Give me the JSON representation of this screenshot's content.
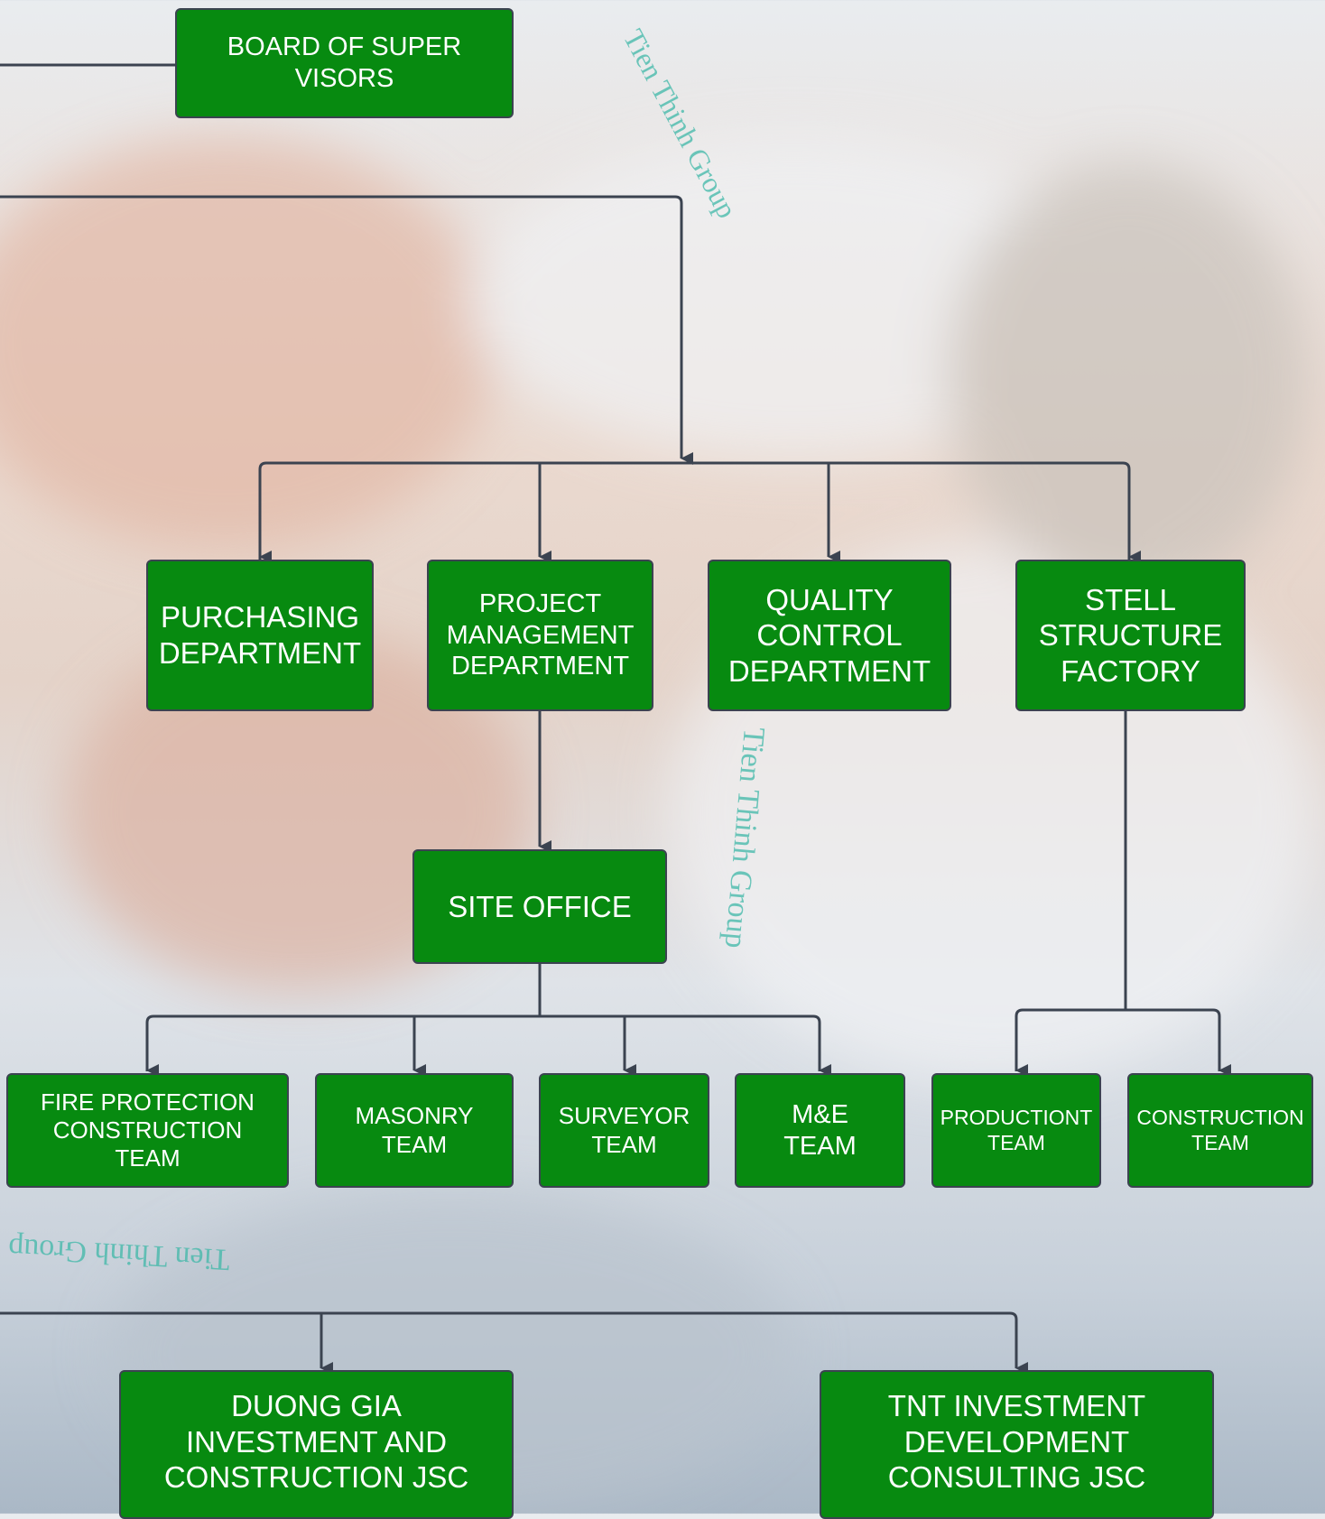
{
  "background": {
    "watermark_text": "Tien Thinh Group"
  },
  "nodes": {
    "board_of_supervisors": "BOARD OF SUPER\nVISORS",
    "purchasing": "PURCHASING\nDEPARTMENT",
    "project_management": "PROJECT\nMANAGEMENT\nDEPARTMENT",
    "quality_control": "QUALITY\nCONTROL\nDEPARTMENT",
    "steel_structure": "STELL\nSTRUCTURE\nFACTORY",
    "site_office": "SITE OFFICE",
    "fire_protection": "FIRE PROTECTION\nCONSTRUCTION\nTEAM",
    "masonry": "MASONRY\nTEAM",
    "surveyor": "SURVEYOR\nTEAM",
    "me_team": "M&E\nTEAM",
    "production": "PRODUCTIONT\nTEAM",
    "construction": "CONSTRUCTION\nTEAM",
    "duong_gia": "DUONG GIA\nINVESTMENT AND\nCONSTRUCTION JSC",
    "tnt": "TNT INVESTMENT\nDEVELOPMENT\nCONSULTING JSC"
  },
  "colors": {
    "box_fill": "#078a10",
    "box_border": "#3b4350",
    "connector": "#3b4350"
  }
}
